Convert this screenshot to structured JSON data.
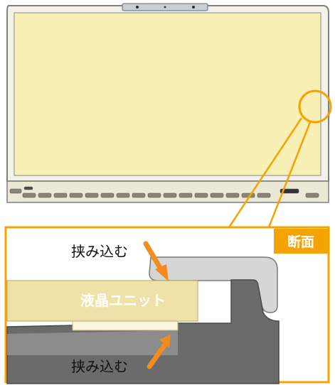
{
  "labels": {
    "cross_section": "断面",
    "lcd_unit": "液晶ユニット",
    "clamp_top": "挟み込む",
    "clamp_bottom": "挟み込む"
  },
  "colors": {
    "screen_fill": "#f8f0b4",
    "bezel": "#f3f1ea",
    "frame_outline": "#7f7f7f",
    "hinge_strip": "#d8d2b0",
    "accent_orange": "#f4a300",
    "arrow_orange": "#f28c1e",
    "lcd_unit_fill": "#eee2a8",
    "frame_gray": "#6b6b6b",
    "cover_gray": "#d6d6d6",
    "panel_inner": "#faf6dc"
  },
  "icons": {
    "webcam": "webcam-icon",
    "callout_circle": "magnify-circle-icon",
    "arrow": "arrow-icon"
  }
}
